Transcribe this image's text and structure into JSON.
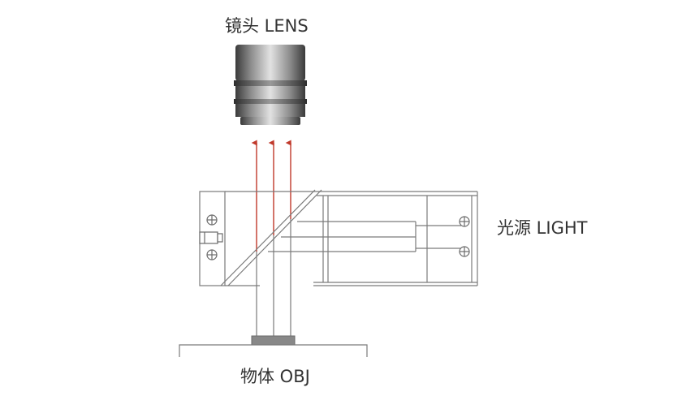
{
  "labels": {
    "lens": "镜头 LENS",
    "light": "光源 LIGHT",
    "object": "物体 OBJ"
  },
  "colors": {
    "line": "#7a7a7a",
    "arrow": "#c0392b",
    "object_fill": "#888888",
    "lens_dark": "#3a3a3a",
    "lens_light": "#d6d6d6"
  },
  "icons": [
    "lens-icon",
    "screw-icon",
    "beam-splitter-icon",
    "light-ray-arrow-icon"
  ]
}
